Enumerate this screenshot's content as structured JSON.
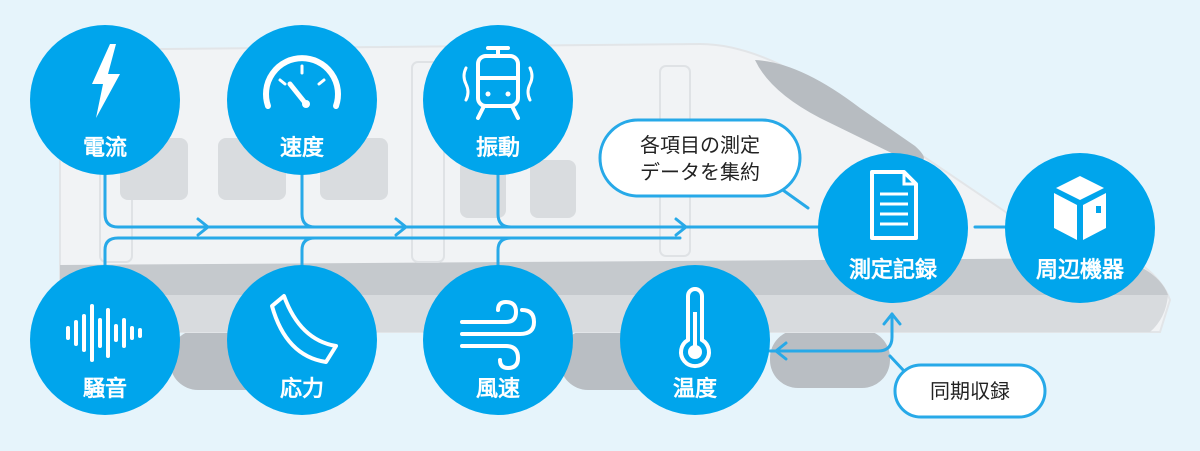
{
  "colors": {
    "background": "#e6f4fb",
    "node_blue": "#00a5ec",
    "line_blue": "#27a9e8",
    "train_body": "#f1f3f5",
    "train_stripe": "#c5c9cd",
    "train_lower": "#d8dbde",
    "window": "#d9dcdf",
    "bubble_border": "#27a9e8"
  },
  "nodes": {
    "current": {
      "label": "電流",
      "icon": "lightning-icon"
    },
    "speed": {
      "label": "速度",
      "icon": "speedometer-icon"
    },
    "vibration": {
      "label": "振動",
      "icon": "vibrating-train-icon"
    },
    "noise": {
      "label": "騒音",
      "icon": "sound-wave-icon"
    },
    "stress": {
      "label": "応力",
      "icon": "bending-plate-icon"
    },
    "wind_speed": {
      "label": "風速",
      "icon": "wind-icon"
    },
    "temperature": {
      "label": "温度",
      "icon": "thermometer-icon"
    },
    "record": {
      "label": "測定記録",
      "icon": "document-icon"
    },
    "peripherals": {
      "label": "周辺機器",
      "icon": "box-icon"
    }
  },
  "bubbles": {
    "aggregate": {
      "line1": "各項目の測定",
      "line2": "データを集約"
    },
    "sync": {
      "text": "同期収録"
    }
  }
}
